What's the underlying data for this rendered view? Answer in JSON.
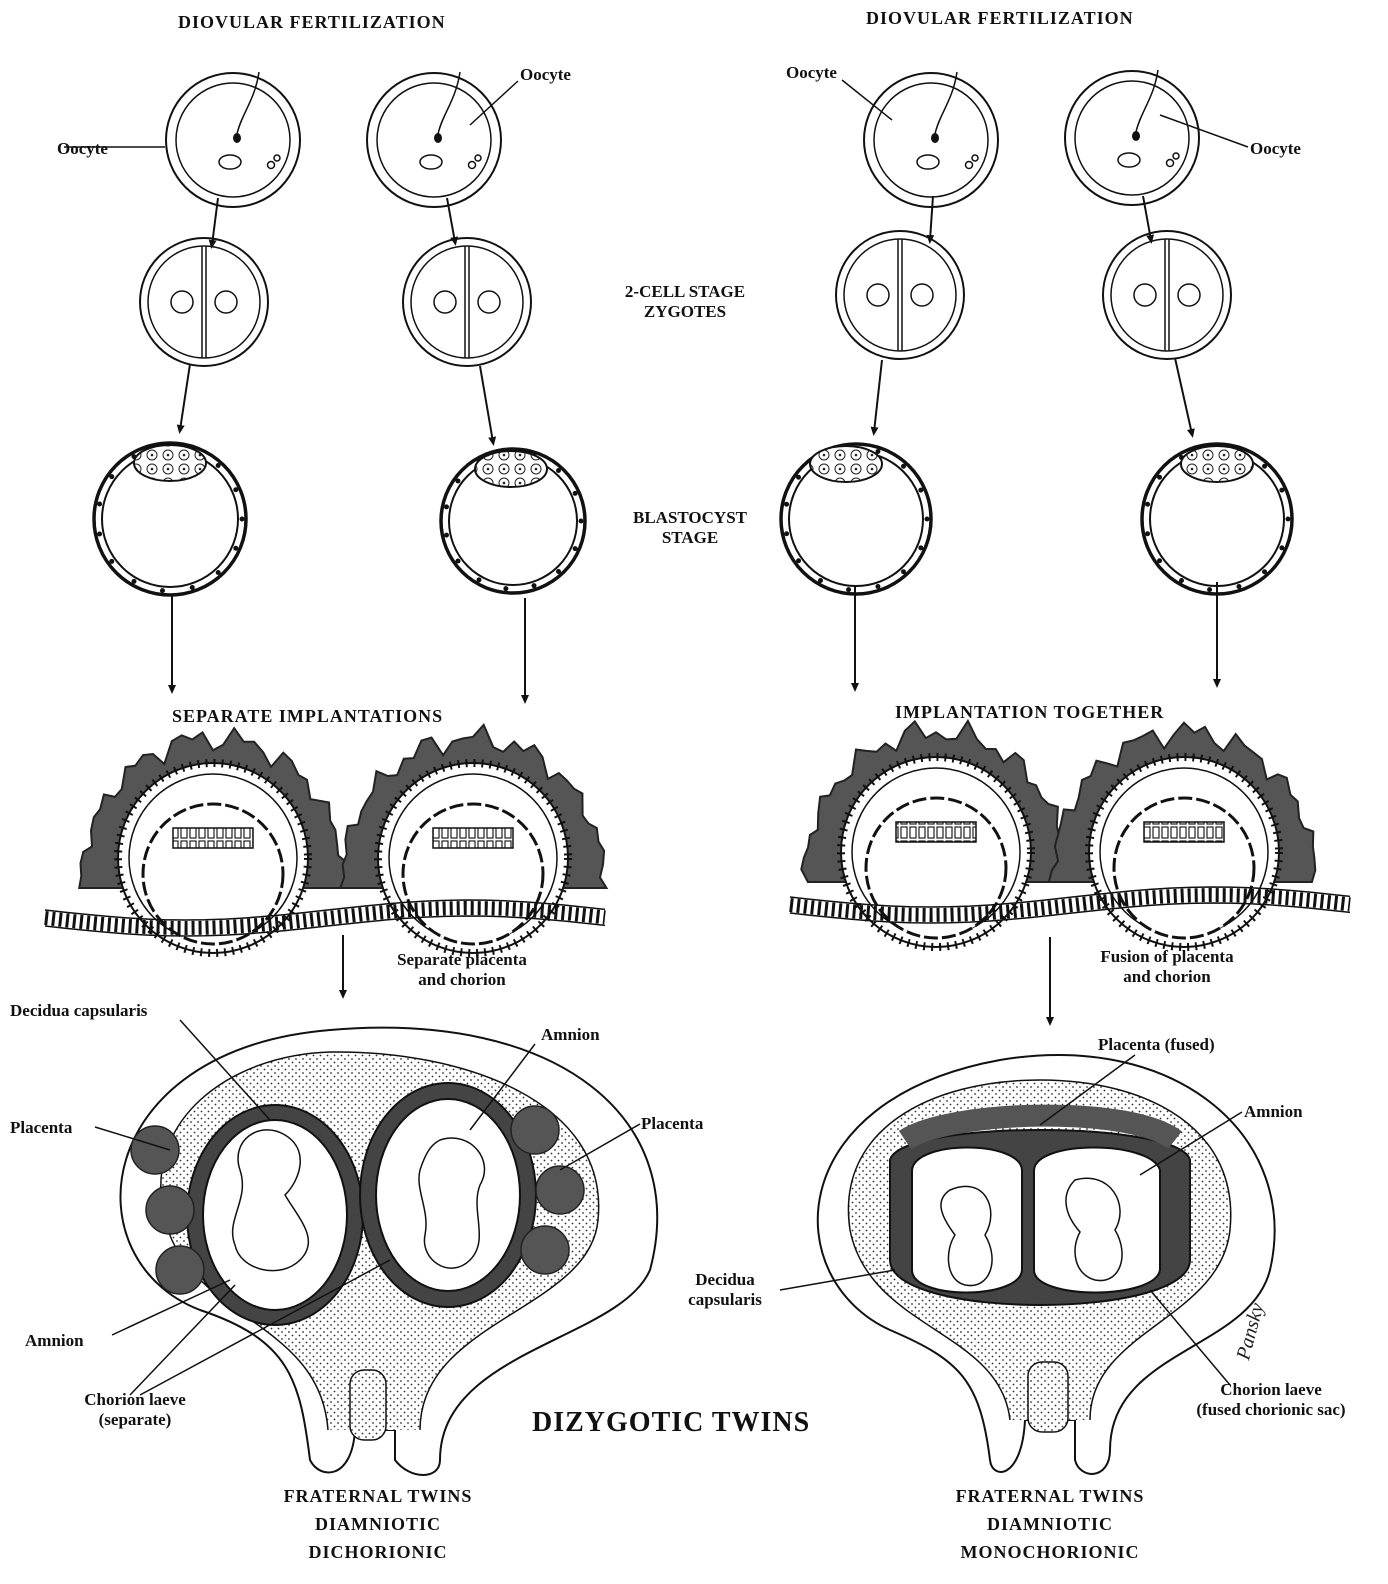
{
  "headings": {
    "left_top": "DIOVULAR FERTILIZATION",
    "right_top": "DIOVULAR FERTILIZATION",
    "two_cell": [
      "2-CELL STAGE",
      "ZYGOTES"
    ],
    "blastocyst": [
      "BLASTOCYST",
      "STAGE"
    ],
    "left_implant": "SEPARATE IMPLANTATIONS",
    "right_implant": "IMPLANTATION TOGETHER",
    "left_step": [
      "Separate placenta",
      "and chorion"
    ],
    "right_step": [
      "Fusion of placenta",
      "and chorion"
    ],
    "main_title": "DIZYGOTIC TWINS"
  },
  "labels": {
    "oocyte": "Oocyte",
    "decidua_capsularis": "Decidua capsularis",
    "amnion": "Amnion",
    "placenta": "Placenta",
    "chorion_left": [
      "Chorion laeve",
      "(separate)"
    ],
    "placenta_fused": "Placenta (fused)",
    "decidua_right": [
      "Decidua",
      "capsularis"
    ],
    "chorion_right": [
      "Chorion laeve",
      "(fused chorionic sac)"
    ]
  },
  "captions": {
    "left": [
      "FRATERNAL TWINS",
      "DIAMNIOTIC",
      "DICHORIONIC"
    ],
    "right": [
      "FRATERNAL TWINS",
      "DIAMNIOTIC",
      "MONOCHORIONIC"
    ]
  },
  "signature": "Pansky",
  "colors": {
    "ink": "#111111",
    "tissue": "#555555",
    "stipple": "#dddddd",
    "paper": "#ffffff"
  }
}
